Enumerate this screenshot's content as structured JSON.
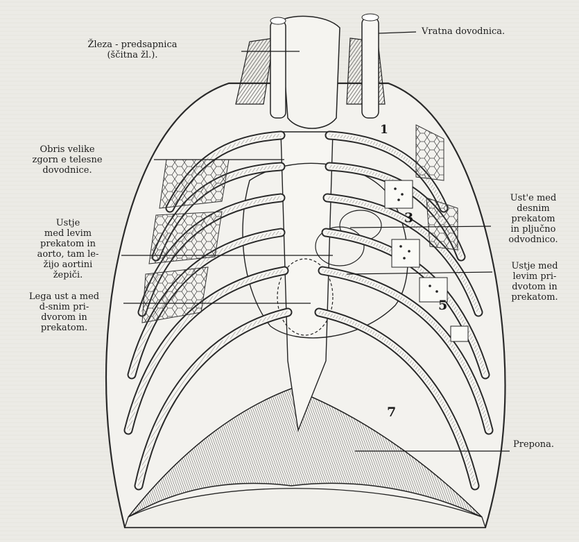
{
  "labels": {
    "thyroid": "Žleza - predsapnica\n(ščitna žl.).",
    "jugular": "Vratna dovodnica.",
    "vena_cava": "Obris velike\nzgorn e telesne\ndovodnice.",
    "aortic_valve": "Ustje\nmed levim\nprekatom in\naorto, tam le-\nžijo aortini\nžepiči.",
    "tricuspid": "Lega ust a med\nd-snim pri-\ndvorom in\nprekatom.",
    "pulmonary": "Ust'e med\ndesnim\nprekatom\nin pljučno\nodvodnico.",
    "mitral": "Ustje med\nlevim pri-\ndvotom in\nprekatom.",
    "diaphragm": "Prepona."
  },
  "rib_numbers": {
    "r1": "1",
    "r3": "3",
    "r5": "5",
    "r7": "7"
  },
  "colors": {
    "paper": "#ecebe6",
    "ink": "#1c1c1c",
    "bone": "#f6f5f1"
  }
}
